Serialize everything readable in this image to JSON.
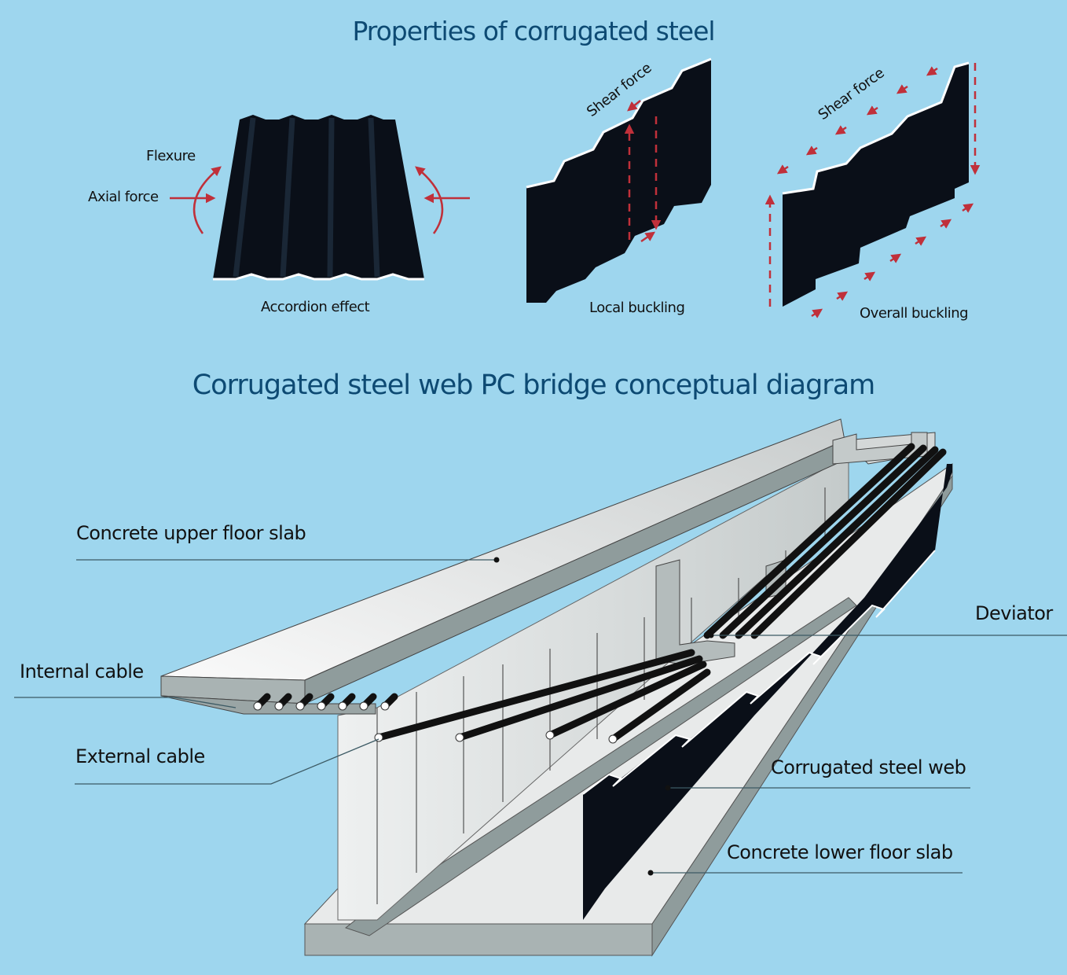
{
  "titles": {
    "top": "Properties of corrugated steel",
    "bottom": "Corrugated steel web PC bridge conceptual diagram"
  },
  "properties": {
    "accordion": {
      "caption": "Accordion effect",
      "labels": {
        "flexure": "Flexure",
        "axial_force": "Axial force"
      }
    },
    "local_buckling": {
      "caption": "Local buckling",
      "force_label": "Shear force"
    },
    "overall_buckling": {
      "caption": "Overall buckling",
      "force_label": "Shear force"
    }
  },
  "bridge_labels": {
    "upper_slab": "Concrete upper floor slab",
    "internal_cable": "Internal cable",
    "external_cable": "External cable",
    "deviator": "Deviator",
    "steel_web": "Corrugated steel web",
    "lower_slab": "Concrete lower floor slab"
  },
  "colors": {
    "background": "#9ed6ee",
    "title": "#0d4a73",
    "arrow": "#c0303a",
    "steel": "#0a0f18",
    "concrete_light": "#e8eaea",
    "concrete_mid": "#b4bcbc",
    "concrete_dark": "#7f8f8f"
  }
}
